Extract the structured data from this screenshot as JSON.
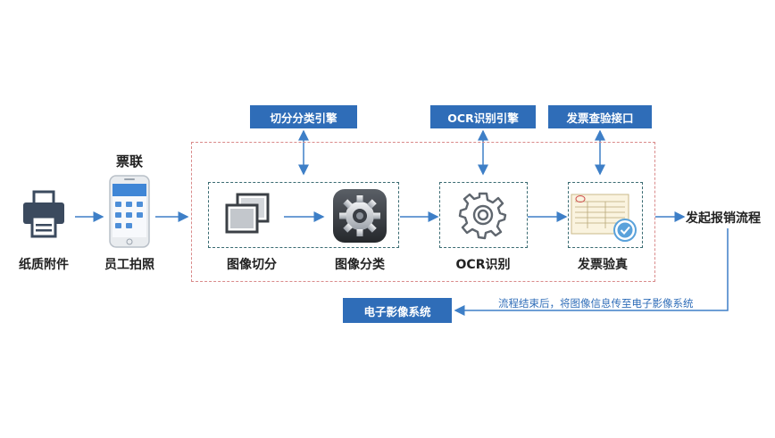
{
  "colors": {
    "arrow": "#3e7fc7",
    "box_fill": "#2f6db8",
    "outer_dash": "#d98a8a",
    "inner_dash": "#3a6b72"
  },
  "top_boxes": {
    "cut_engine": "切分分类引擎",
    "ocr_engine": "OCR识别引擎",
    "verify_api": "发票查验接口"
  },
  "nodes": {
    "paper": {
      "label": "纸质附件",
      "icon": "printer-icon"
    },
    "photo": {
      "title": "票联",
      "label": "员工拍照",
      "icon": "smartphone-icon"
    },
    "cut": {
      "label": "图像切分",
      "icon": "stacked-photos-icon"
    },
    "classify": {
      "label": "图像分类",
      "icon": "gear-app-icon"
    },
    "ocr": {
      "label": "OCR识别",
      "icon": "gear-outline-icon"
    },
    "verify": {
      "label": "发票验真",
      "icon": "invoice-check-icon"
    },
    "reimburse": {
      "label": "发起报销流程"
    }
  },
  "bottom": {
    "system_box": "电子影像系统",
    "note": "流程结束后，将图像信息传至电子影像系统"
  }
}
